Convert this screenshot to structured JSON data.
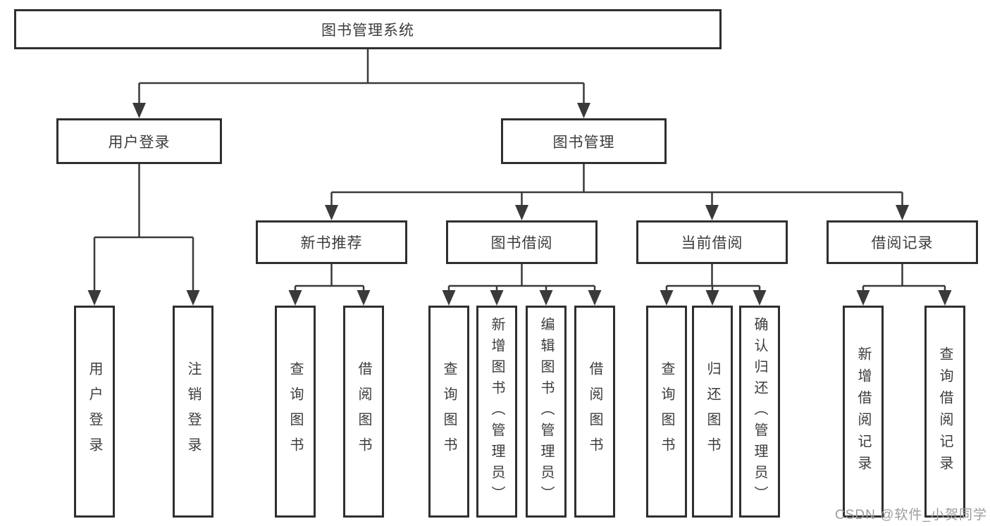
{
  "diagram": {
    "root": {
      "label": "图书管理系统"
    },
    "branches": [
      {
        "label": "用户登录",
        "children": [
          "用户登录",
          "注销登录"
        ]
      },
      {
        "label": "图书管理",
        "children": [
          {
            "label": "新书推荐",
            "children": [
              "查询图书",
              "借阅图书"
            ]
          },
          {
            "label": "图书借阅",
            "children": [
              "查询图书",
              "新增图书（管理员）",
              "编辑图书（管理员）",
              "借阅图书"
            ]
          },
          {
            "label": "当前借阅",
            "children": [
              "查询图书",
              "归还图书",
              "确认归还（管理员）"
            ]
          },
          {
            "label": "借阅记录",
            "children": [
              "新增借阅记录",
              "查询借阅记录"
            ]
          }
        ]
      }
    ]
  },
  "watermark": "CSDN @软件_小贺同学",
  "colors": {
    "line": "#3a3a3a",
    "box_border": "#2f2f2f",
    "text": "#3c3c3c",
    "watermark": "#9c9c9c",
    "background": "#ffffff"
  }
}
